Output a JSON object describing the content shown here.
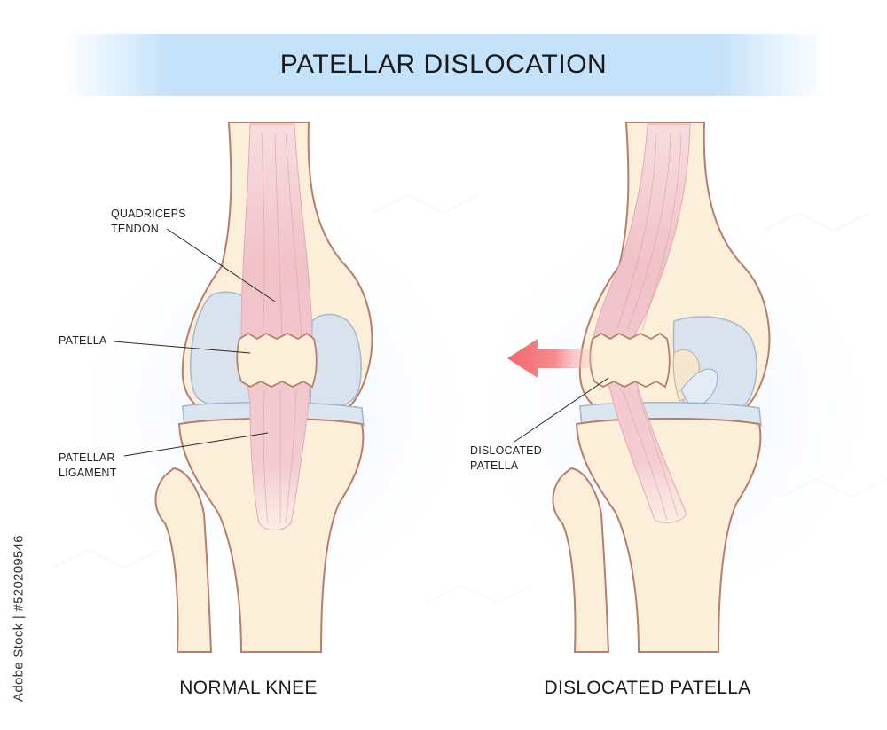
{
  "title": "PATELLAR DISLOCATION",
  "labels": {
    "quadriceps_tendon": [
      "QUADRICEPS",
      "TENDON"
    ],
    "patella": "PATELLA",
    "patellar_ligament": [
      "PATELLAR",
      "LIGAMENT"
    ],
    "dislocated_patella": [
      "DISLOCATED",
      "PATELLA"
    ]
  },
  "captions": {
    "left": "NORMAL KNEE",
    "right": "DISLOCATED PATELLA"
  },
  "credit": "Adobe Stock | #520209546",
  "colors": {
    "bone_fill": "#fbefd9",
    "bone_outline": "#b67f6a",
    "cartilage_fill": "#d9e3ef",
    "cartilage_outline": "#9fb6cf",
    "tendon_fill": "#f2c7cc",
    "arrow": "#f4686c",
    "title_band": "#c4e2fa"
  }
}
